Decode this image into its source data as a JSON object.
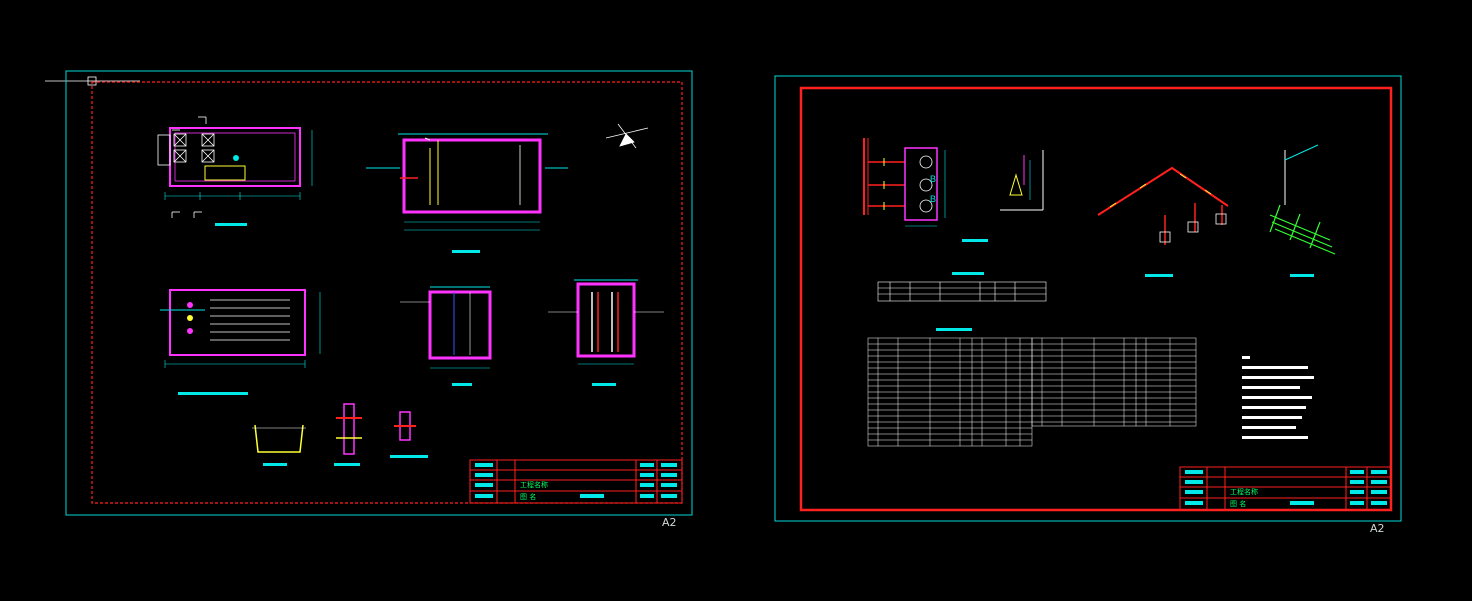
{
  "sheets": [
    {
      "id": "sheet-1",
      "size_label": "A2",
      "title_block": {
        "project_label": "工程名称",
        "drawing_label": "图 名"
      },
      "colors": {
        "outer_frame": "#00d8d8",
        "inner_frame": "#ff2020",
        "title_block": "#ff2020"
      }
    },
    {
      "id": "sheet-2",
      "size_label": "A2",
      "title_block": {
        "project_label": "工程名称",
        "drawing_label": "图 名"
      },
      "pump_labels": [
        "B",
        "B"
      ],
      "colors": {
        "outer_frame": "#00d8d8",
        "inner_frame": "#ff2020",
        "title_block": "#ff2020"
      }
    }
  ],
  "palette": {
    "background": "#000000",
    "cyan": "#00e8e8",
    "magenta": "#ff33ff",
    "red": "#ff2020",
    "yellow": "#ffff33",
    "green": "#33ff33",
    "white": "#ffffff",
    "blue": "#3355ff"
  }
}
